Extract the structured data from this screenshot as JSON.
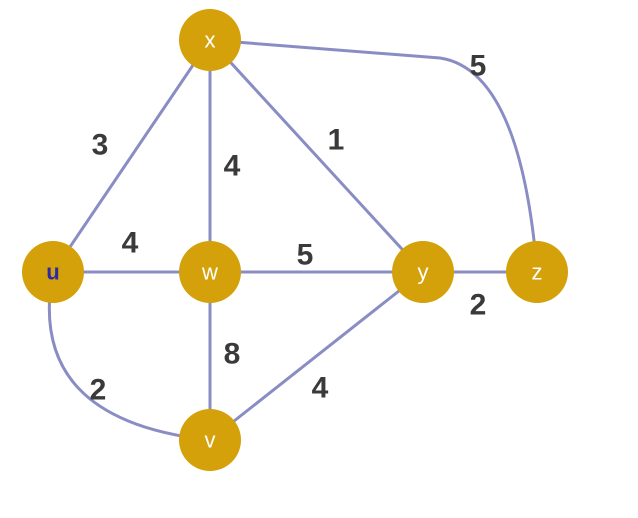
{
  "graph": {
    "nodes": {
      "x": {
        "label": "x"
      },
      "u": {
        "label": "u"
      },
      "w": {
        "label": "w"
      },
      "y": {
        "label": "y"
      },
      "z": {
        "label": "z"
      },
      "v": {
        "label": "v"
      }
    },
    "edges": [
      {
        "from": "x",
        "to": "z",
        "weight": "5"
      },
      {
        "from": "x",
        "to": "u",
        "weight": "3"
      },
      {
        "from": "x",
        "to": "w",
        "weight": "4"
      },
      {
        "from": "x",
        "to": "y",
        "weight": "1"
      },
      {
        "from": "u",
        "to": "w",
        "weight": "4"
      },
      {
        "from": "w",
        "to": "y",
        "weight": "5"
      },
      {
        "from": "y",
        "to": "z",
        "weight": "2"
      },
      {
        "from": "w",
        "to": "v",
        "weight": "8"
      },
      {
        "from": "u",
        "to": "v",
        "weight": "2"
      },
      {
        "from": "y",
        "to": "v",
        "weight": "4"
      }
    ],
    "colors": {
      "node": "#d4a10a",
      "edge": "#8a8cc4",
      "accent_label": "#2a2aa8"
    }
  }
}
